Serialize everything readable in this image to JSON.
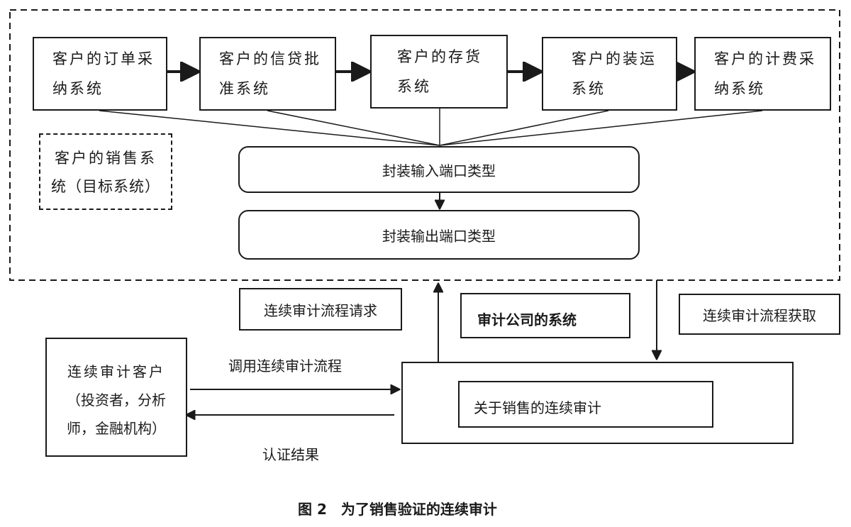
{
  "source_systems": [
    {
      "line1": "客户的订单采",
      "line2": "纳系统"
    },
    {
      "line1": "客户的信贷批",
      "line2": "准系统"
    },
    {
      "line1": "客户的存货",
      "line2": "系统"
    },
    {
      "line1": "客户的装运",
      "line2": "系统"
    },
    {
      "line1": "客户的计费采",
      "line2": "纳系统"
    }
  ],
  "target_system": {
    "line1": "客户的销售系",
    "line2": "统（目标系统）"
  },
  "encap_input": "封装输入端口类型",
  "encap_output": "封装输出端口类型",
  "request_label": "连续审计流程请求",
  "audit_firm_system": "审计公司的系统",
  "fetch_label": "连续审计流程获取",
  "client": {
    "line1": "连续审计客户",
    "line2": "（投资者，分析",
    "line3": "师，金融机构）"
  },
  "invoke_label": "调用连续审计流程",
  "result_label": "认证结果",
  "sales_audit": "关于销售的连续审计",
  "caption": "图 2　为了销售验证的连续审计"
}
